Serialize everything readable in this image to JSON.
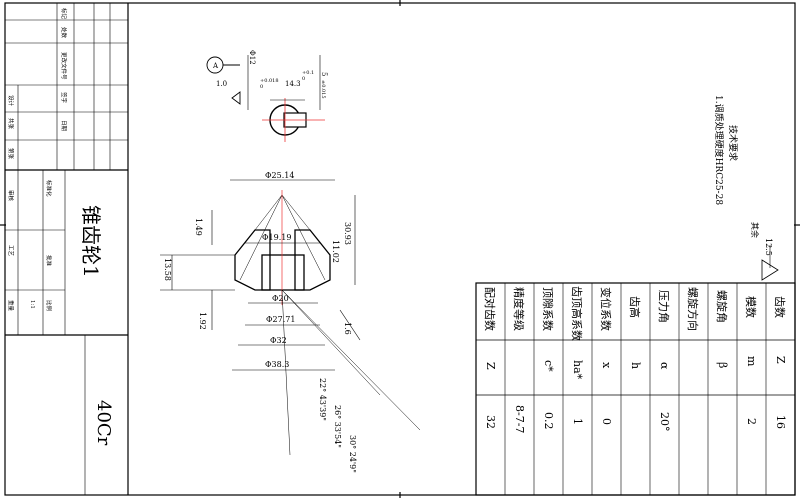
{
  "title_block": {
    "part_name": "锥齿轮1",
    "material": "40Cr",
    "left_strip": [
      "标记",
      "处数",
      "更改文件号",
      "签字",
      "日期",
      "设计",
      "标准化",
      "审核",
      "工艺",
      "批准",
      "比例",
      "重量",
      "共张",
      "第张"
    ],
    "scale": "1:1"
  },
  "drawing": {
    "dims_top": [
      "Φ12",
      "+0.018",
      "0",
      "14.3",
      "+0.1",
      "0",
      "5",
      "±0.015",
      "A",
      "1.0"
    ],
    "dims_main": [
      "Φ25.14",
      "Φ19.19",
      "Φ20",
      "Φ27.71",
      "Φ32",
      "Φ38.3",
      "1.49",
      "13.58",
      "1.92",
      "30.93",
      "11.02",
      "1.6"
    ],
    "angles": [
      "22° 43'39\"",
      "26° 33'54\"",
      "30° 24'9\""
    ]
  },
  "tech_requirements": {
    "heading": "技术要求",
    "items": [
      "1.调质处理硬度HRC25-28"
    ]
  },
  "surface_finish": {
    "label": "其余",
    "value": "12.5"
  },
  "param_table": {
    "rows": [
      {
        "name": "齿数",
        "symbol": "Z",
        "value": "16"
      },
      {
        "name": "模数",
        "symbol": "m",
        "value": "2"
      },
      {
        "name": "螺旋角",
        "symbol": "β",
        "value": ""
      },
      {
        "name": "螺旋方向",
        "symbol": "",
        "value": ""
      },
      {
        "name": "压力角",
        "symbol": "α",
        "value": "20°"
      },
      {
        "name": "齿高",
        "symbol": "h",
        "value": ""
      },
      {
        "name": "变位系数",
        "symbol": "x",
        "value": "0"
      },
      {
        "name": "齿顶高系数",
        "symbol": "ha*",
        "value": "1"
      },
      {
        "name": "顶隙系数",
        "symbol": "c*",
        "value": "0.2"
      },
      {
        "name": "精度等级",
        "symbol": "",
        "value": "8-7-7"
      },
      {
        "name": "配对齿数",
        "symbol": "Z",
        "value": "32"
      }
    ]
  }
}
